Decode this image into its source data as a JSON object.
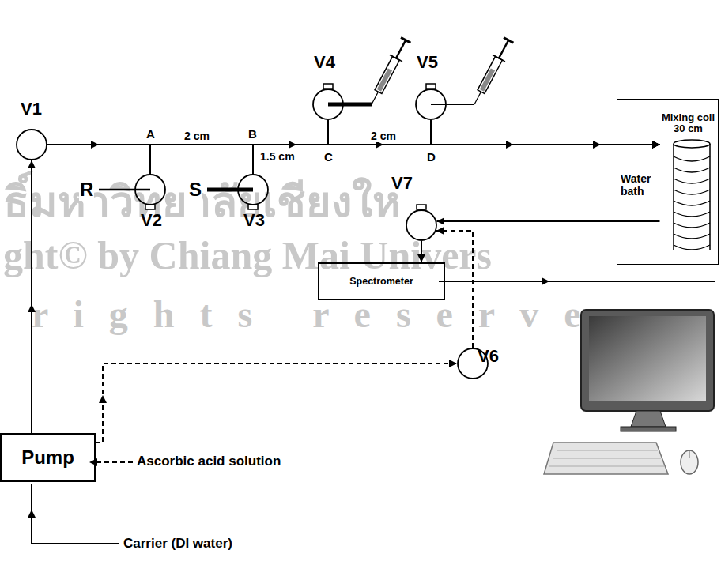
{
  "diagram": {
    "nodes": [
      {
        "text": [
          "V1"
        ]
      },
      {
        "text": [
          "V2"
        ]
      },
      {
        "text": [
          "V3"
        ]
      },
      {
        "text": [
          "V4"
        ]
      },
      {
        "text": [
          "V5"
        ]
      },
      {
        "text": [
          "Water bath"
        ]
      },
      {
        "text": [
          "Mixing coil 30 cm"
        ],
        "in": 5
      },
      {
        "text": [
          "V7"
        ]
      },
      {
        "text": [
          "Spectrometer"
        ]
      },
      {
        "text": [
          "V6"
        ]
      },
      {
        "text": [
          "Pump"
        ]
      }
    ],
    "edges": [
      {
        "from": 10,
        "to": 0,
        "arrow": "to"
      },
      {
        "from": 0,
        "to": 6,
        "arrow": "to"
      },
      {
        "from": 1,
        "to": 6,
        "arrow": "to"
      },
      {
        "from": 2,
        "to": 6,
        "arrow": "to"
      },
      {
        "from": 3,
        "to": 6,
        "arrow": "to"
      },
      {
        "from": 4,
        "to": 6,
        "arrow": "to"
      },
      {
        "from": 6,
        "to": 7,
        "arrow": "to"
      },
      {
        "from": 7,
        "to": 8,
        "arrow": "to"
      },
      {
        "from": 10,
        "to": 9,
        "arrow": "to"
      },
      {
        "from": 9,
        "to": 7,
        "arrow": "to"
      }
    ],
    "labels": [
      "A",
      "2 cm",
      "B",
      "1.5 cm",
      "C",
      "2 cm",
      "D",
      "R",
      "S",
      "Ascorbic acid solution",
      "Carrier (DI water)",
      "ธิ์มหาวิทยาลัยเชียงให",
      "ght© by Chiang Mai Univers",
      "r i g h t s   r e s e r v e"
    ]
  }
}
